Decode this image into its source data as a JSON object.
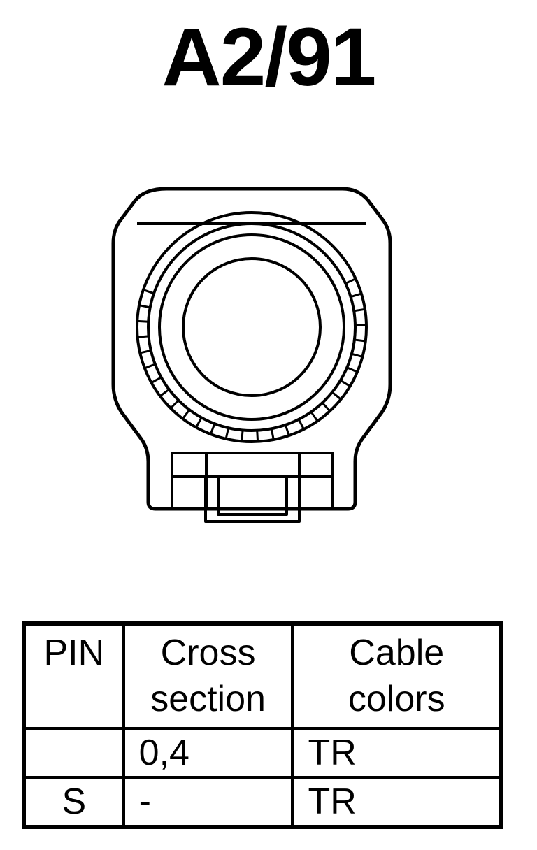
{
  "title": "A2/91",
  "table": {
    "headers": {
      "pin": "PIN",
      "cross_section": [
        "Cross",
        "section"
      ],
      "cable_colors": [
        "Cable",
        "colors"
      ]
    },
    "rows": [
      {
        "pin": "",
        "cross_section": "0,4",
        "cable_color": "TR"
      },
      {
        "pin": "S",
        "cross_section": "-",
        "cable_color": "TR"
      }
    ]
  }
}
